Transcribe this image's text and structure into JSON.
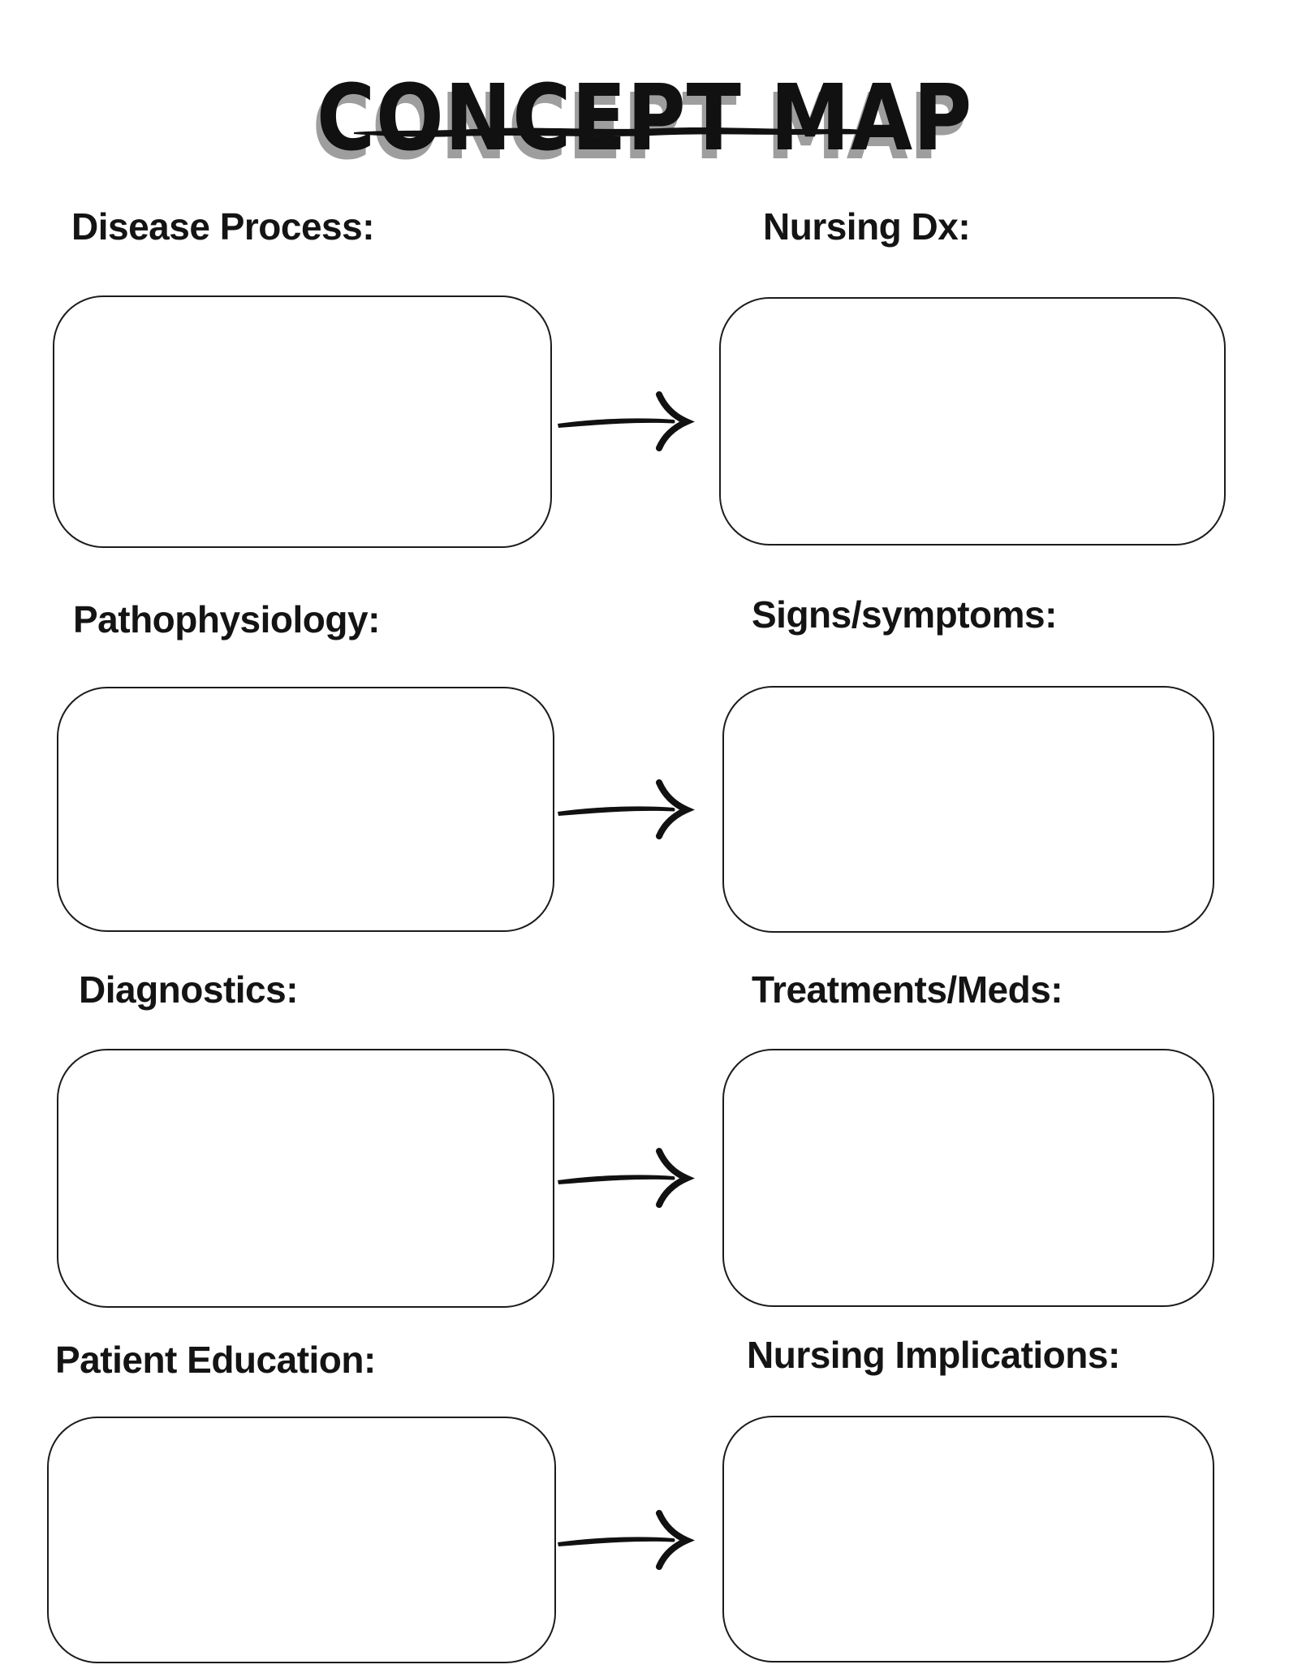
{
  "title": "CONCEPT MAP",
  "rows": [
    {
      "left_label": "Disease Process:",
      "right_label": "Nursing Dx:",
      "left_value": "",
      "right_value": ""
    },
    {
      "left_label": "Pathophysiology:",
      "right_label": "Signs/symptoms:",
      "left_value": "",
      "right_value": ""
    },
    {
      "left_label": "Diagnostics:",
      "right_label": "Treatments/Meds:",
      "left_value": "",
      "right_value": ""
    },
    {
      "left_label": "Patient Education:",
      "right_label": "Nursing Implications:",
      "left_value": "",
      "right_value": ""
    }
  ],
  "icons": {
    "arrow": "arrow-right-icon",
    "underline": "brush-underline"
  },
  "colors": {
    "ink": "#111111",
    "title_shadow": "#9e9e9e",
    "background": "#ffffff",
    "box_border": "#1c1c1c"
  }
}
